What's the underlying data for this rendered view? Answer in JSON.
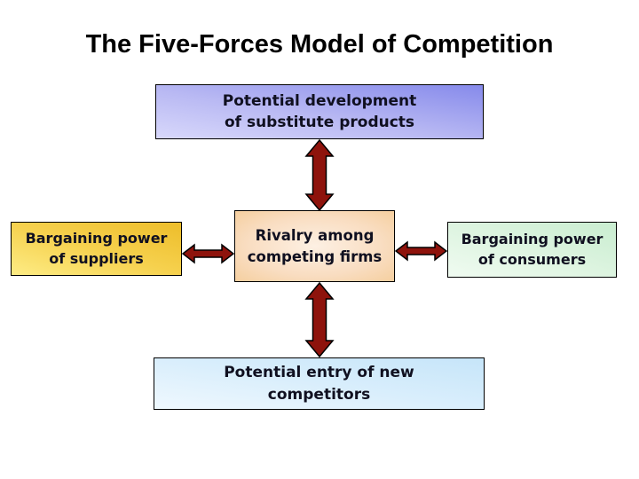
{
  "slide": {
    "title": "The Five-Forces Model of Competition"
  },
  "boxes": {
    "substitutes": {
      "line1": "Potential development",
      "line2": "of substitute products"
    },
    "suppliers": {
      "line1": "Bargaining power",
      "line2": "of suppliers"
    },
    "rivalry": {
      "line1": "Rivalry among",
      "line2": "competing firms"
    },
    "consumers": {
      "line1": "Bargaining power",
      "line2": "of consumers"
    },
    "new_entrants": {
      "line1": "Potential entry of new",
      "line2": "competitors"
    }
  },
  "arrows": [
    {
      "name": "substitutes-rivalry",
      "type": "double-headed",
      "orientation": "vertical"
    },
    {
      "name": "rivalry-new-entrants",
      "type": "double-headed",
      "orientation": "vertical"
    },
    {
      "name": "suppliers-rivalry",
      "type": "double-headed",
      "orientation": "horizontal"
    },
    {
      "name": "rivalry-consumers",
      "type": "double-headed",
      "orientation": "horizontal"
    }
  ],
  "colors": {
    "arrow_fill": "#8e130c",
    "arrow_outline": "#000000",
    "substitutes_bg": "#aab0f0",
    "suppliers_bg": "#f5cd45",
    "rivalry_bg": "#f9ddc1",
    "consumers_bg": "#ddf4e0",
    "new_entrants_bg": "#d9eefc",
    "box_border": "#000000",
    "text": "#101020",
    "title_text": "#000000",
    "background": "#ffffff"
  }
}
